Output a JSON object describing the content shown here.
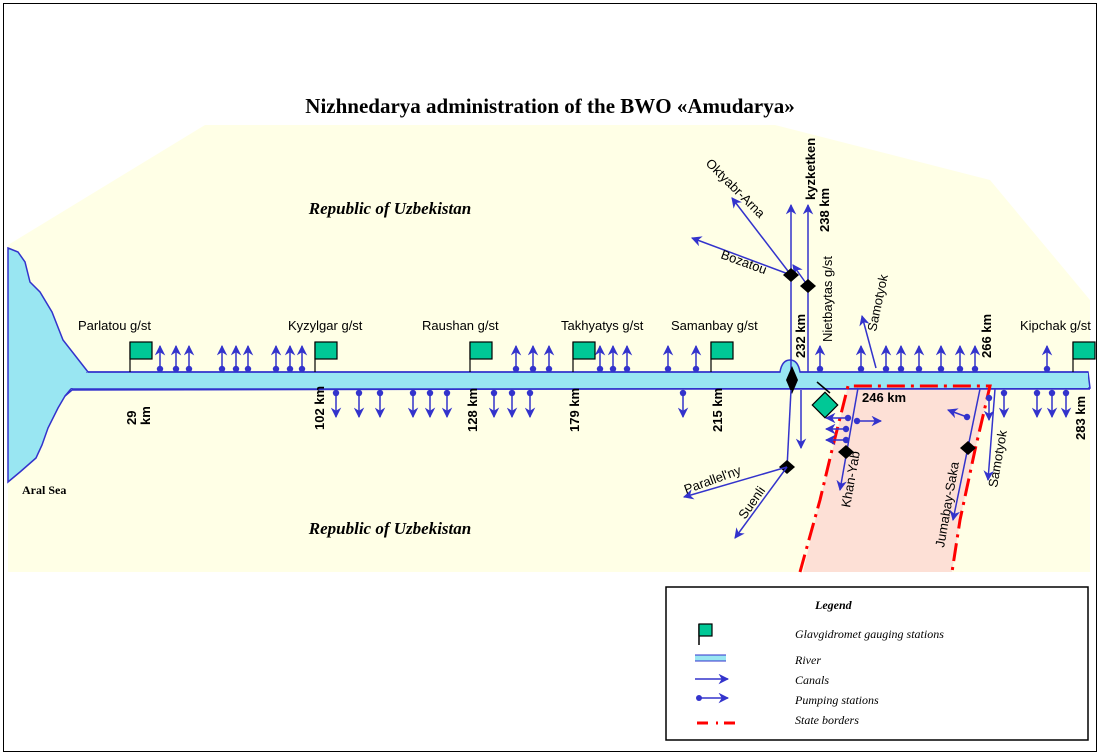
{
  "title": "Nizhnedarya administration of the BWO «Amudarya»",
  "regions": {
    "north": "Republic of Uzbekistan",
    "south": "Republic of Uzbekistan",
    "sea": "Aral Sea"
  },
  "colors": {
    "land": "#ffffe6",
    "river": "#99e6f2",
    "river_outline": "#3333cc",
    "canal": "#3333cc",
    "station_flag": "#00c896",
    "border": "#ff0000",
    "foreign_territory": "#fde0d6"
  },
  "gauging_stations": [
    {
      "name": "Parlatou g/st",
      "km": "29 km"
    },
    {
      "name": "Kyzylgar g/st",
      "km": "102 km"
    },
    {
      "name": "Raushan g/st",
      "km": "128 km"
    },
    {
      "name": "Takhyatys g/st",
      "km": "179 km"
    },
    {
      "name": "Samanbay g/st",
      "km": "215 km"
    },
    {
      "name": "Kipchak g/st",
      "km": "283 km"
    }
  ],
  "km_markers": [
    "232 km",
    "238 km",
    "246 km",
    "266 km"
  ],
  "canals": {
    "oktyabr_arna": "Oktyabr-Arna",
    "bozatou": "Bozatou",
    "kyzketken": "kyzketken",
    "nietbaytas": "Nietbaytas g/st",
    "samotyok_north": "Samotyok",
    "parallelny": "Parallel'ny",
    "suenli": "Suenli",
    "khan_yab": "Khan-Yab",
    "jumabay_saka": "Jumabay-Saka",
    "samotyok_south": "Samotyok"
  },
  "legend": {
    "title": "Legend",
    "items": [
      {
        "symbol": "flag-icon",
        "label": "Glavgidromet gauging stations"
      },
      {
        "symbol": "river-icon",
        "label": "River"
      },
      {
        "symbol": "canal-arrow-icon",
        "label": "Canals"
      },
      {
        "symbol": "pumping-station-icon",
        "label": "Pumping stations"
      },
      {
        "symbol": "state-border-icon",
        "label": "State borders"
      }
    ]
  }
}
